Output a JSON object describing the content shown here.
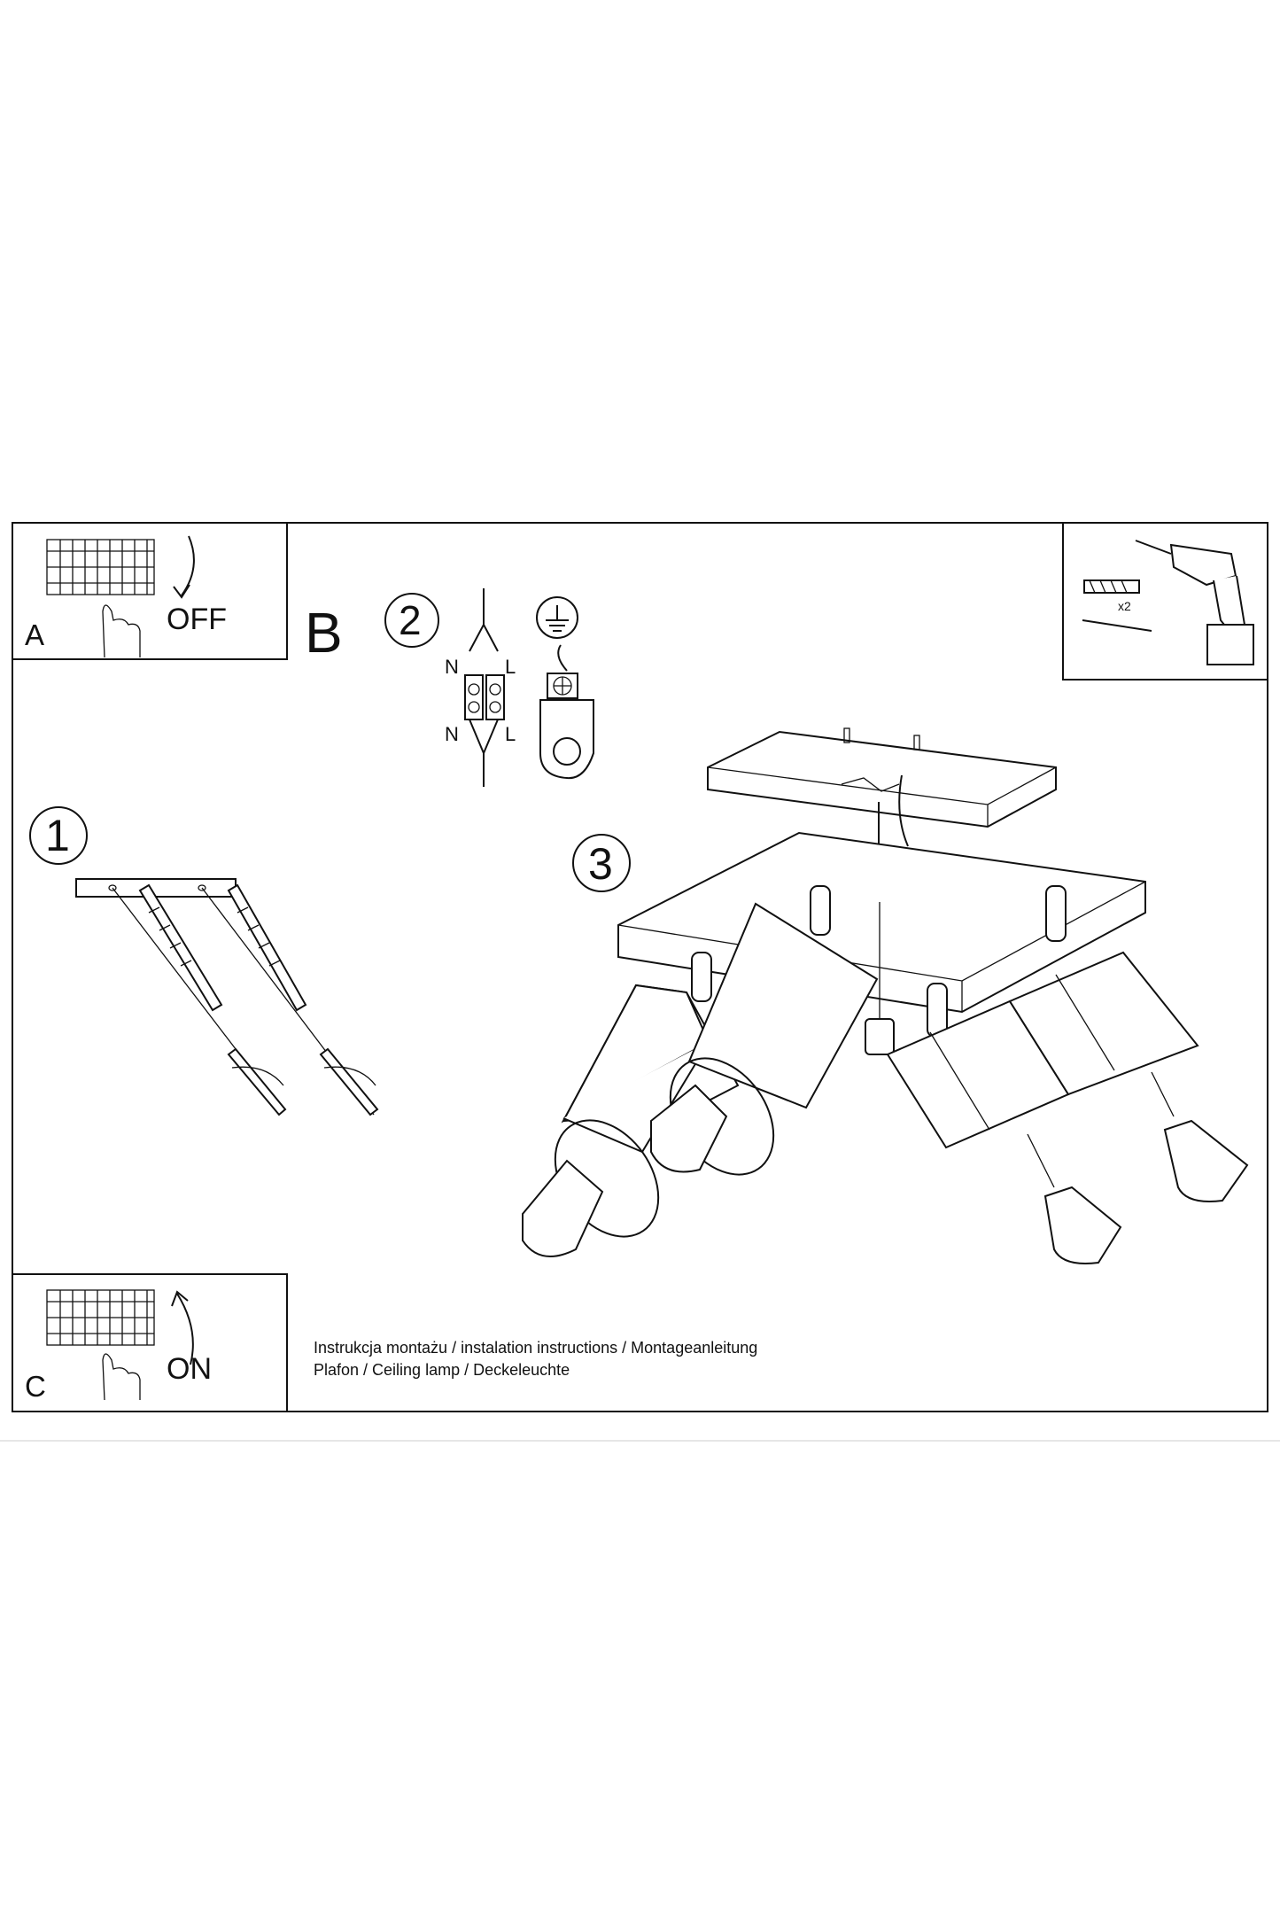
{
  "panels": {
    "a": {
      "letter": "A",
      "action": "OFF"
    },
    "b": {
      "letter": "B"
    },
    "c": {
      "letter": "C",
      "action": "ON"
    }
  },
  "steps": [
    "1",
    "2",
    "3"
  ],
  "wiring": {
    "neutral": "N",
    "live": "L"
  },
  "tools": {
    "quantity": "x2"
  },
  "caption": {
    "line1": "Instrukcja montażu / instalation instructions / Montageanleitung",
    "line2": "Plafon / Ceiling lamp / Deckeleuchte"
  }
}
